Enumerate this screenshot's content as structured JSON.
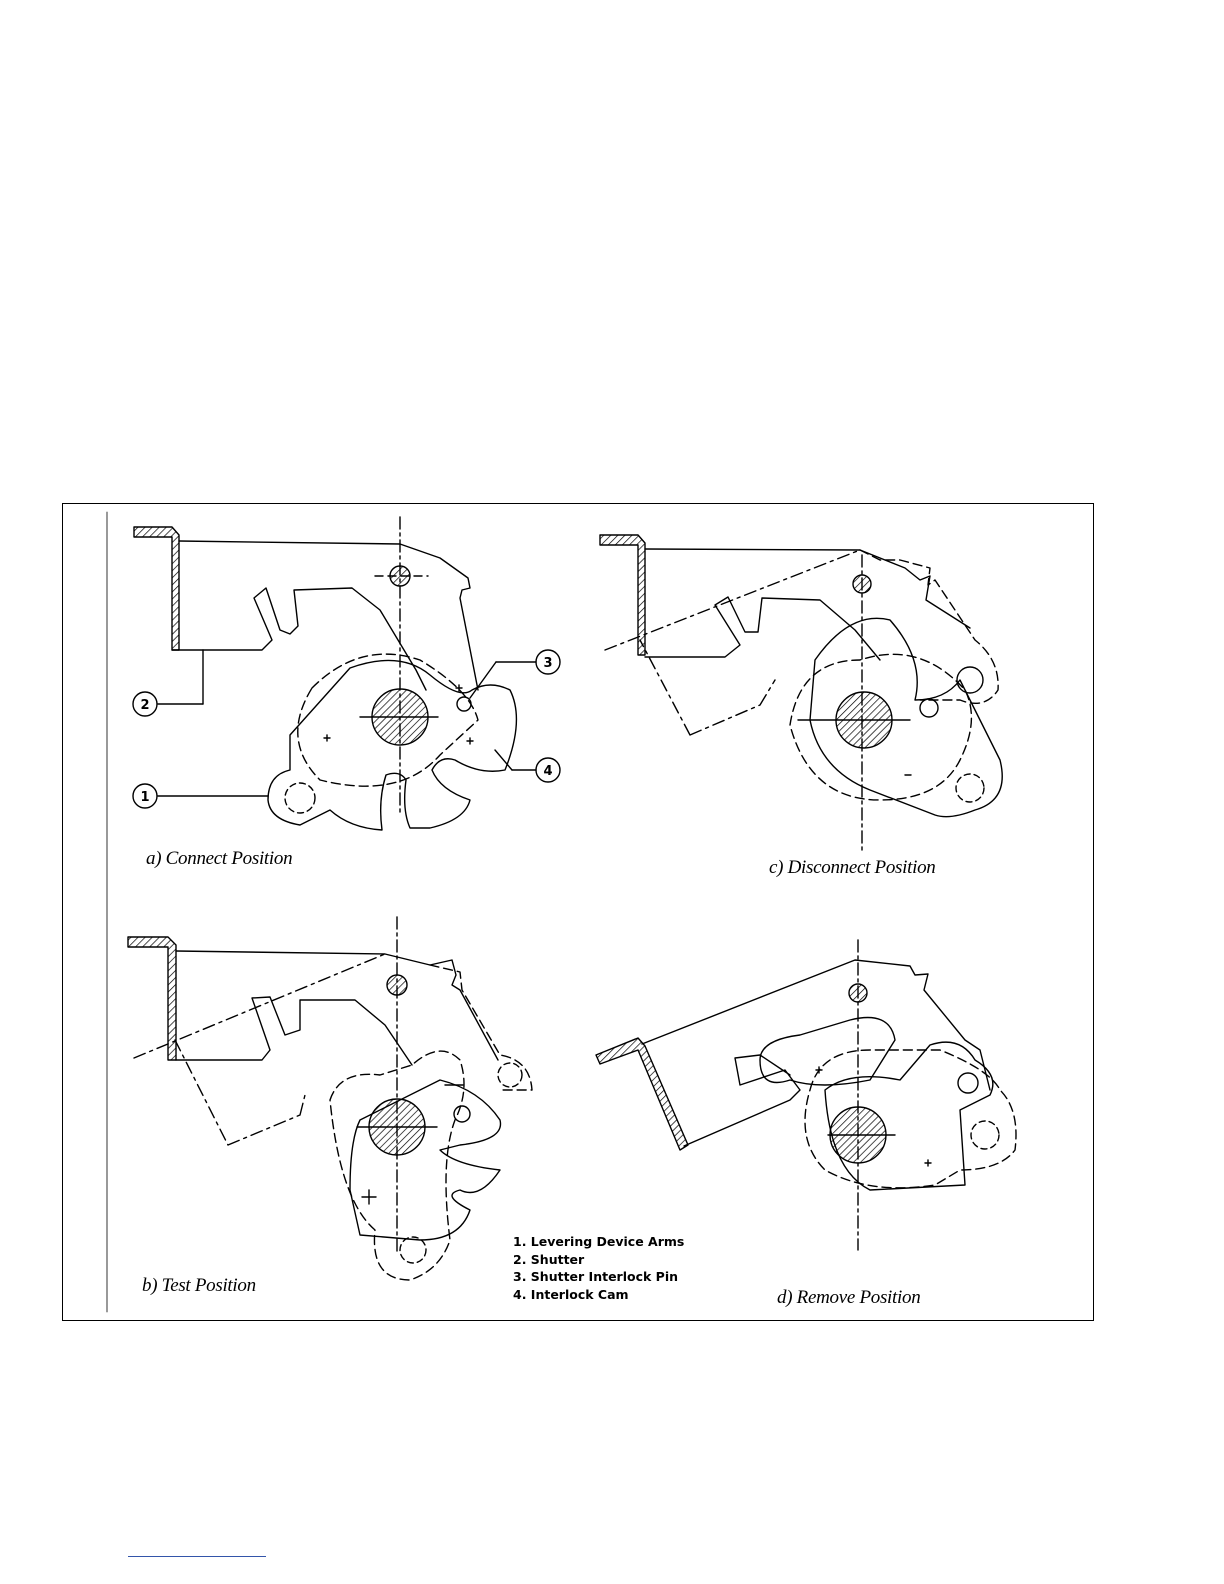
{
  "figure": {
    "panels": [
      {
        "id": "a",
        "caption": "a)  Connect Position"
      },
      {
        "id": "b",
        "caption": "b)  Test Position"
      },
      {
        "id": "c",
        "caption": "c)  Disconnect Position"
      },
      {
        "id": "d",
        "caption": "d)  Remove Position"
      }
    ],
    "callouts": [
      "1",
      "2",
      "3",
      "4"
    ],
    "legend": [
      "1.  Levering Device Arms",
      "2.  Shutter",
      "3.  Shutter Interlock Pin",
      "4.  Interlock Cam"
    ]
  },
  "colors": {
    "ink": "#000000",
    "hatch": "#000000",
    "footer_rule": "#3355aa"
  }
}
